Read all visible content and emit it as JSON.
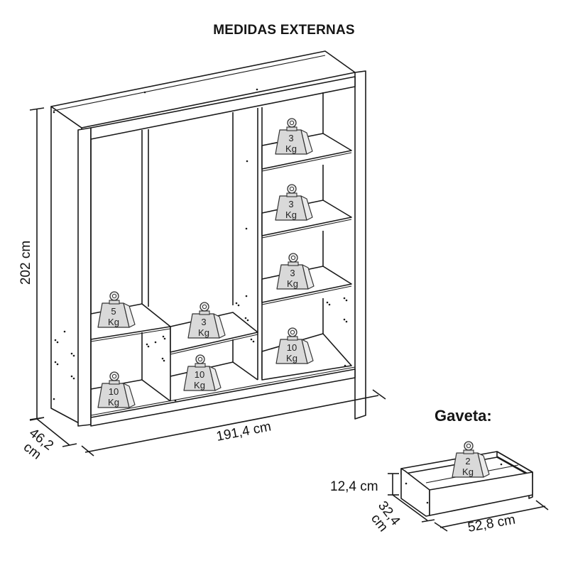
{
  "title": "MEDIDAS EXTERNAS",
  "wardrobe": {
    "height_label": "202 cm",
    "depth_label": "46,2 cm",
    "depth_label_line1": "46,2",
    "depth_label_line2": "cm",
    "width_label": "191,4 cm"
  },
  "weights": [
    {
      "value": "3",
      "unit": "Kg",
      "location": "right column, top shelf"
    },
    {
      "value": "3",
      "unit": "Kg",
      "location": "right column, second shelf"
    },
    {
      "value": "3",
      "unit": "Kg",
      "location": "right column, third shelf"
    },
    {
      "value": "10",
      "unit": "Kg",
      "location": "right column, bottom"
    },
    {
      "value": "5",
      "unit": "Kg",
      "location": "left niche, upper shelf"
    },
    {
      "value": "10",
      "unit": "Kg",
      "location": "left niche, bottom"
    },
    {
      "value": "3",
      "unit": "Kg",
      "location": "center niche, upper shelf"
    },
    {
      "value": "10",
      "unit": "Kg",
      "location": "center niche, bottom"
    }
  ],
  "drawer": {
    "title": "Gaveta:",
    "height_label": "12,4 cm",
    "depth_label_line1": "32,4",
    "depth_label_line2": "cm",
    "width_label": "52,8 cm",
    "weight": {
      "value": "2",
      "unit": "Kg"
    }
  }
}
